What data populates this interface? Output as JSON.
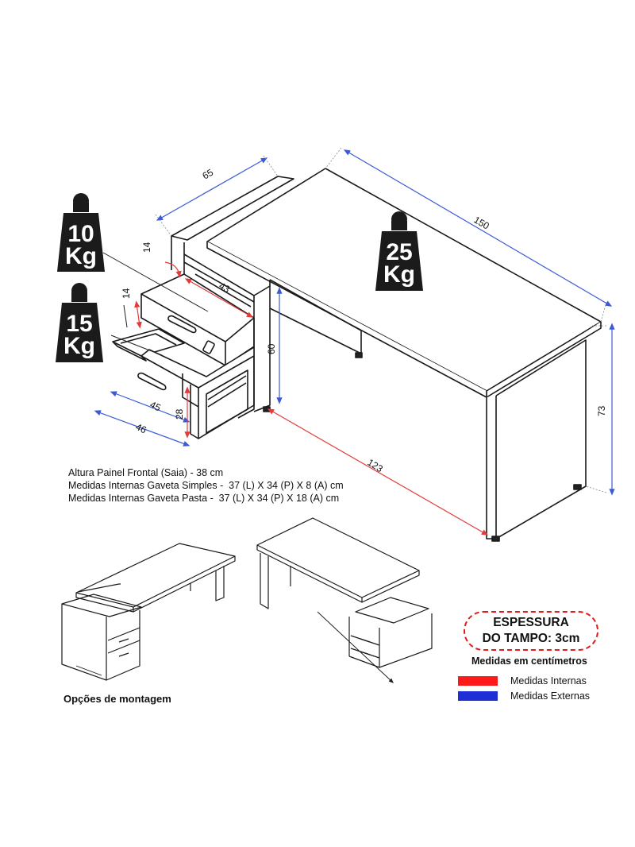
{
  "dimensions": {
    "width_65": "65",
    "length_150": "150",
    "height_73": "73",
    "drawer_height_60": "60",
    "inner_43": "43",
    "inner_14_top": "14",
    "inner_14_drawer": "14",
    "inner_45": "45",
    "inner_28": "28",
    "outer_46": "46",
    "inner_123": "123"
  },
  "weights": {
    "drawer_top": {
      "line1": "10",
      "line2": "Kg"
    },
    "drawer_bottom": {
      "line1": "15",
      "line2": "Kg"
    },
    "tabletop": {
      "line1": "25",
      "line2": "Kg"
    }
  },
  "notes": [
    "Altura Painel Frontal (Saia) - 38 cm",
    "Medidas Internas Gaveta Simples -  37 (L) X 34 (P) X 8 (A) cm",
    "Medidas Internas Gaveta Pasta -  37 (L) X 34 (P) X 18 (A) cm"
  ],
  "mounting_options_label": "Opções de montagem",
  "thickness": {
    "line1": "ESPESSURA",
    "line2": "DO TAMPO: 3cm"
  },
  "units_label": "Medidas em centímetros",
  "legend": [
    {
      "label": "Medidas Internas",
      "color": "#ff1a1a"
    },
    {
      "label": "Medidas Externas",
      "color": "#1f2fd6"
    }
  ],
  "colors": {
    "internal": "#e33b3b",
    "external": "#3b5bd6",
    "line": "#1a1a1a"
  }
}
